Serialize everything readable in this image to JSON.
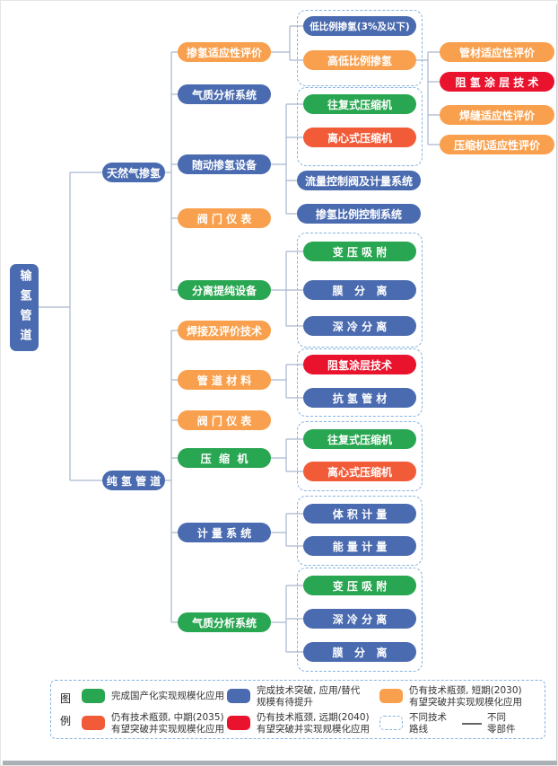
{
  "colors": {
    "green": "#29A651",
    "blue": "#4A6BB0",
    "orange": "#F8A04D",
    "red_orange": "#F15B38",
    "red": "#E9132E",
    "connector": "#A9B6CE",
    "dashed_border": "#85B3E0"
  },
  "root": {
    "label": "输氢管道"
  },
  "branches": {
    "ng": {
      "label": "天然气掺氢"
    },
    "pure": {
      "label": "纯 氢 管 道"
    }
  },
  "nodes": {
    "ng_eval": {
      "label": "掺氢适应性评价"
    },
    "ng_gas": {
      "label": "气质分析系统"
    },
    "ng_blend": {
      "label": "随动掺氢设备"
    },
    "ng_valve": {
      "label": "阀 门 仪 表"
    },
    "ng_sep": {
      "label": "分离提纯设备"
    },
    "low_ratio": {
      "label": "低比例掺氢(3%及以下)"
    },
    "high_low": {
      "label": "高低比例掺氢"
    },
    "pipe_eval": {
      "label": "管材适应性评价"
    },
    "coat_l4": {
      "label": "阻 氢 涂 层 技 术"
    },
    "weld_eval": {
      "label": "焊缝适应性评价"
    },
    "comp_eval": {
      "label": "压缩机适应性评价"
    },
    "recip1": {
      "label": "往复式压缩机"
    },
    "centr1": {
      "label": "离心式压缩机"
    },
    "flow_ctrl": {
      "label": "流量控制阀及计量系统"
    },
    "ratio_ctrl": {
      "label": "掺氢比例控制系统"
    },
    "psa1": {
      "label": "变 压 吸 附"
    },
    "mem1": {
      "label": "膜   分   离"
    },
    "cryo1": {
      "label": "深 冷 分 离"
    },
    "weld_tech": {
      "label": "焊接及评价技术"
    },
    "pipe_mat": {
      "label": "管 道 材 料"
    },
    "valve2": {
      "label": "阀 门 仪 表"
    },
    "comp2": {
      "label": "压  缩  机"
    },
    "meter": {
      "label": "计 量 系 统"
    },
    "gas2": {
      "label": "气质分析系统"
    },
    "coat2": {
      "label": "阻氢涂层技术"
    },
    "anti_h": {
      "label": "抗 氢 管 材"
    },
    "recip2": {
      "label": "往复式压缩机"
    },
    "centr2": {
      "label": "离心式压缩机"
    },
    "vol": {
      "label": "体 积 计 量"
    },
    "energy": {
      "label": "能 量 计 量"
    },
    "psa2": {
      "label": "变 压 吸 附"
    },
    "cryo2": {
      "label": "深 冷 分 离"
    },
    "mem2": {
      "label": "膜   分   离"
    }
  },
  "legend": {
    "title": "图例",
    "items": [
      {
        "type": "green",
        "text": "完成国产化实现规模化应用"
      },
      {
        "type": "blue",
        "text": "完成技术突破, 应用/替代\n规模有待提升"
      },
      {
        "type": "orange",
        "text": "仍有技术瓶颈, 短期(2030)\n有望突破并实现规模化应用"
      },
      {
        "type": "red_orange",
        "text": "仍有技术瓶颈, 中期(2035)\n有望突破并实现规模化应用"
      },
      {
        "type": "red",
        "text": "仍有技术瓶颈, 远期(2040)\n有望突破并实现规模化应用"
      },
      {
        "type": "dashed",
        "text": "不同技术\n路线"
      },
      {
        "type": "line",
        "text": "不同\n零部件"
      }
    ]
  }
}
